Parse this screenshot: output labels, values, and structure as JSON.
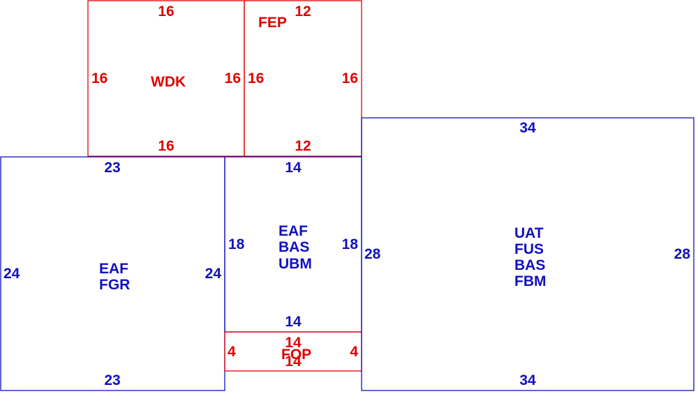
{
  "colors": {
    "red": "#e00000",
    "blue": "#1010c0",
    "background": "#ffffff"
  },
  "rooms": {
    "wdk": {
      "name": "WDK",
      "top": "16",
      "bottom": "16",
      "left": "16",
      "right": "16"
    },
    "fep": {
      "name": "FEP",
      "top": "12",
      "bottom": "12",
      "left": "16",
      "right": "16"
    },
    "eaf_fgr": {
      "name1": "EAF",
      "name2": "FGR",
      "top": "23",
      "bottom": "23",
      "left": "24",
      "right": "24"
    },
    "eaf_bas_ubm": {
      "name1": "EAF",
      "name2": "BAS",
      "name3": "UBM",
      "top": "14",
      "bottom": "14",
      "left": "18",
      "right": "18"
    },
    "fop": {
      "name": "FOP",
      "top": "14",
      "bottom": "14",
      "left": "4",
      "right": "4"
    },
    "uat": {
      "name1": "UAT",
      "name2": "FUS",
      "name3": "BAS",
      "name4": "FBM",
      "top": "34",
      "bottom": "34",
      "left": "28",
      "right": "28"
    }
  }
}
